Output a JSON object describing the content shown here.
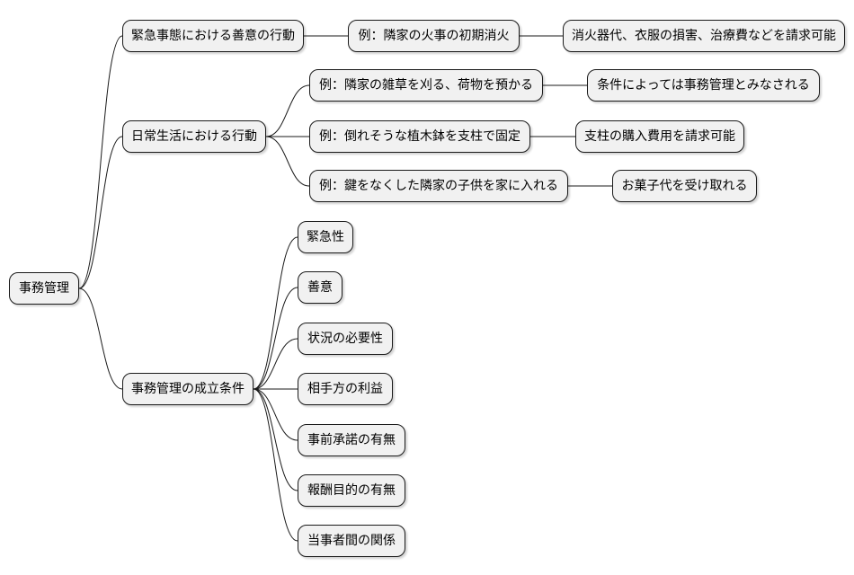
{
  "mindmap": {
    "root": "事務管理",
    "branches": [
      {
        "label": "緊急事態における善意の行動",
        "children": [
          {
            "label": "例：隣家の火事の初期消火",
            "detail": "消火器代、衣服の損害、治療費などを請求可能"
          }
        ]
      },
      {
        "label": "日常生活における行動",
        "children": [
          {
            "label": "例：隣家の雑草を刈る、荷物を預かる",
            "detail": "条件によっては事務管理とみなされる"
          },
          {
            "label": "例：倒れそうな植木鉢を支柱で固定",
            "detail": "支柱の購入費用を請求可能"
          },
          {
            "label": "例：鍵をなくした隣家の子供を家に入れる",
            "detail": "お菓子代を受け取れる"
          }
        ]
      },
      {
        "label": "事務管理の成立条件",
        "children": [
          {
            "label": "緊急性"
          },
          {
            "label": "善意"
          },
          {
            "label": "状況の必要性"
          },
          {
            "label": "相手方の利益"
          },
          {
            "label": "事前承諾の有無"
          },
          {
            "label": "報酬目的の有無"
          },
          {
            "label": "当事者間の関係"
          }
        ]
      }
    ]
  }
}
